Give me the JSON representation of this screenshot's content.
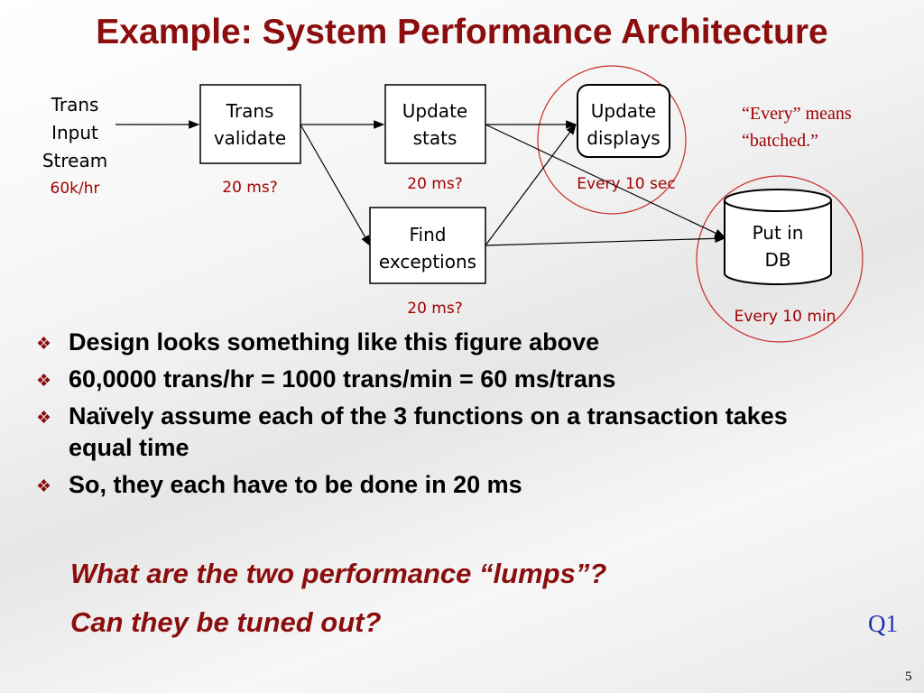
{
  "slide": {
    "title": "Example: System Performance Architecture",
    "page_number": "5",
    "badge": "Q1"
  },
  "diagram": {
    "input": {
      "lines": [
        "Trans",
        "Input",
        "Stream"
      ],
      "rate": "60k/hr"
    },
    "nodes": {
      "validate": {
        "lines": [
          "Trans",
          "validate"
        ],
        "time": "20 ms?"
      },
      "stats": {
        "lines": [
          "Update",
          "stats"
        ],
        "time": "20 ms?"
      },
      "exceptions": {
        "lines": [
          "Find",
          "exceptions"
        ],
        "time": "20 ms?"
      },
      "displays": {
        "lines": [
          "Update",
          "displays"
        ],
        "time": "Every 10 sec"
      },
      "db": {
        "lines": [
          "Put in",
          "DB"
        ],
        "time": "Every 10 min"
      }
    },
    "note": [
      "“Every” means",
      "“batched.”"
    ]
  },
  "bullets": [
    "Design looks something like this figure above",
    "60,0000 trans/hr = 1000 trans/min = 60 ms/trans",
    "Naïvely assume each of the 3 functions on a transaction takes equal time",
    "So, they each have to be done in 20 ms"
  ],
  "questions": [
    "What are the two performance “lumps”?",
    "Can they be tuned out?"
  ],
  "colors": {
    "title": "#8b0d0d",
    "accent_red": "#a00000",
    "badge_blue": "#1f2fb0"
  }
}
